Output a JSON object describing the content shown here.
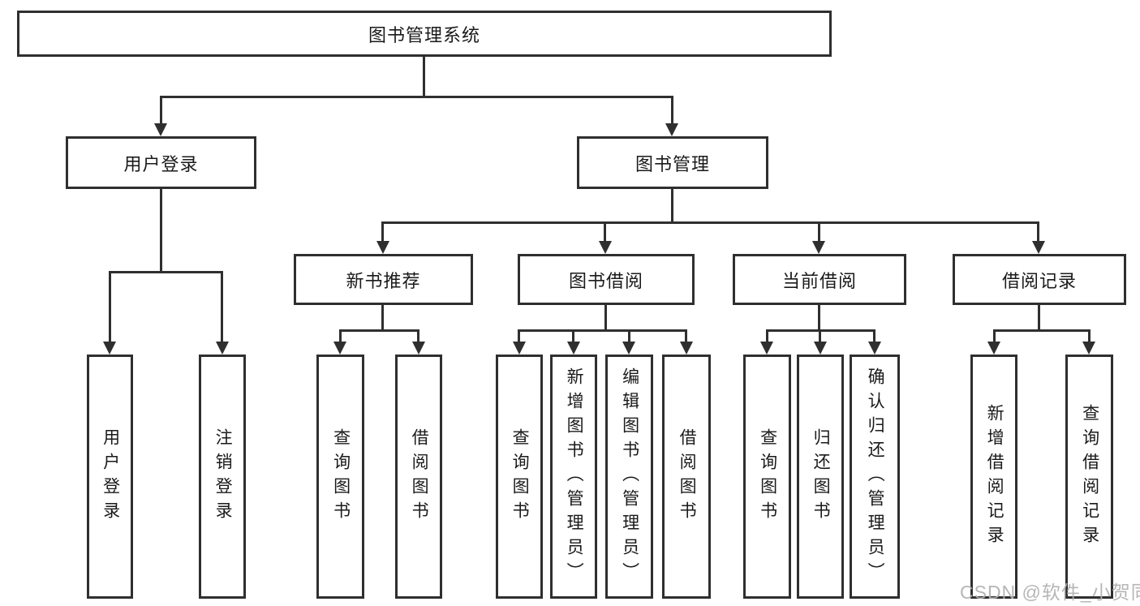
{
  "diagram": {
    "type": "tree",
    "title": "图书管理系统",
    "watermark": "CSDN @软件_小贺同学",
    "colors": {
      "line": "#2f2f2f",
      "text": "#1a1a1a",
      "background": "#ffffff",
      "watermark": "#b0b0b0"
    },
    "tree": {
      "label": "图书管理系统",
      "children": [
        {
          "label": "用户登录",
          "children": [
            {
              "label": "用户登录"
            },
            {
              "label": "注销登录"
            }
          ]
        },
        {
          "label": "图书管理",
          "children": [
            {
              "label": "新书推荐",
              "children": [
                {
                  "label": "查询图书"
                },
                {
                  "label": "借阅图书"
                }
              ]
            },
            {
              "label": "图书借阅",
              "children": [
                {
                  "label": "查询图书"
                },
                {
                  "label": "新增图书（管理员）"
                },
                {
                  "label": "编辑图书（管理员）"
                },
                {
                  "label": "借阅图书"
                }
              ]
            },
            {
              "label": "当前借阅",
              "children": [
                {
                  "label": "查询图书"
                },
                {
                  "label": "归还图书"
                },
                {
                  "label": "确认归还（管理员）"
                }
              ]
            },
            {
              "label": "借阅记录",
              "children": [
                {
                  "label": "新增借阅记录"
                },
                {
                  "label": "查询借阅记录"
                }
              ]
            }
          ]
        }
      ]
    }
  }
}
